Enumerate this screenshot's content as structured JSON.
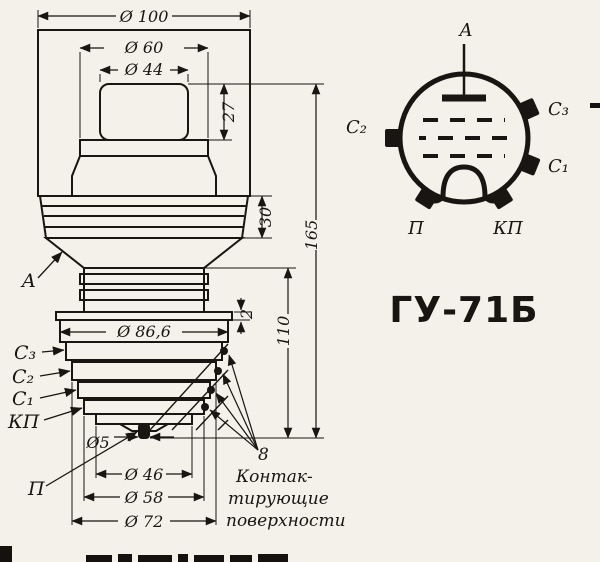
{
  "drawing": {
    "dims": {
      "d100": "Ø 100",
      "d60": "Ø 60",
      "d44": "Ø 44",
      "d86": "Ø 86,6",
      "d5": "Ø5",
      "d46": "Ø 46",
      "d58": "Ø 58",
      "d72": "Ø 72",
      "h27": "27",
      "h30": "30",
      "h110": "110",
      "h165": "165",
      "t2": "2"
    },
    "electrodes": {
      "anode": "A",
      "g3": "С₃",
      "g2": "С₂",
      "g1": "С₁",
      "kp": "КП",
      "p": "П"
    },
    "note": {
      "count": "8",
      "line1": "Контак-",
      "line2": "тирующие",
      "line3": "поверхности"
    }
  },
  "pinout": {
    "anode": "A",
    "g3": "С₃",
    "g1": "С₁",
    "g2": "С₂",
    "kp": "КП",
    "p": "П",
    "type_label": "ГУ-71Б"
  },
  "colors": {
    "ink": "#181512",
    "paper": "#f3f1ea"
  }
}
